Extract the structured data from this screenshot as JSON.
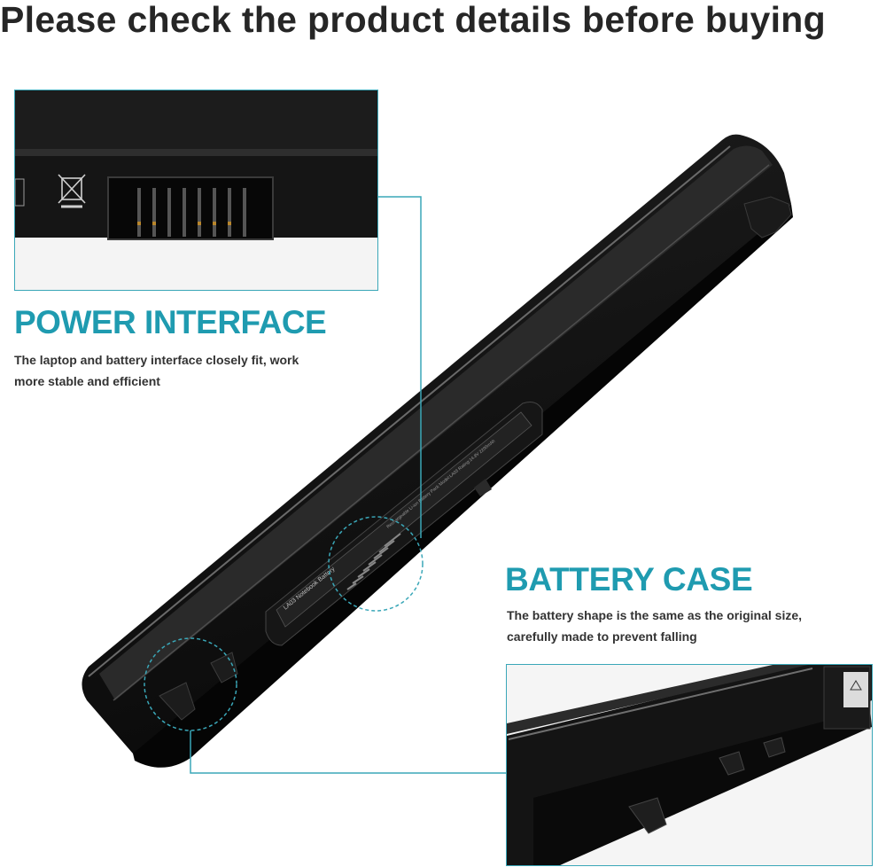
{
  "headline": "Please check the product details before buying",
  "power_interface": {
    "title": "POWER INTERFACE",
    "line1": "The laptop and battery interface closely fit, work",
    "line2": "more stable and efficient"
  },
  "battery_case": {
    "title": "BATTERY CASE",
    "line1": "The battery shape is the same as the original size,",
    "line2": "carefully made to prevent falling"
  },
  "battery_label": {
    "model": "LA03 Notebook Battery",
    "spec": "Rechargeable Li-ion Battery Pack   Model:LA03   Rating:14.8V   2200mAh"
  },
  "colors": {
    "accent": "#1f9bb0",
    "frame": "#3aa7b8",
    "battery": "#141414",
    "text": "#262626"
  }
}
